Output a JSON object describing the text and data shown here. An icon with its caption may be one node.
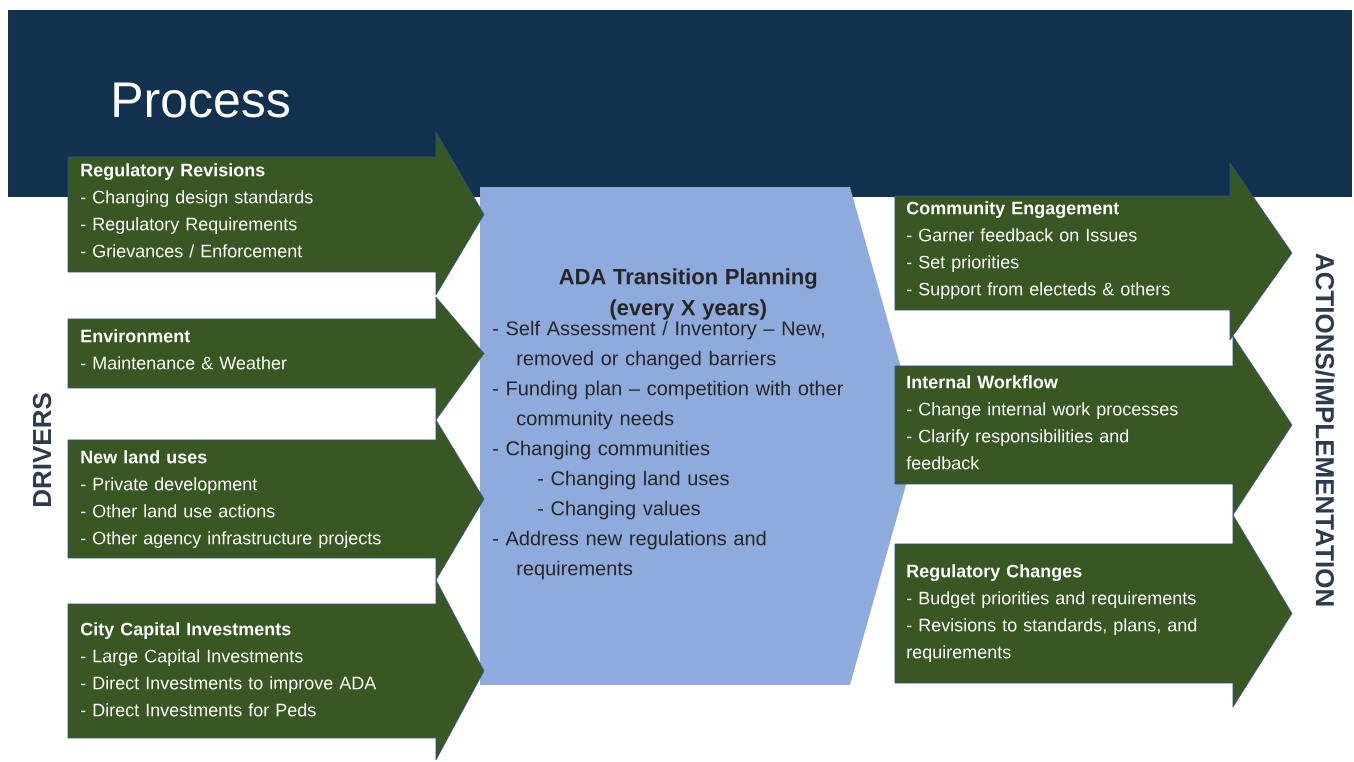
{
  "diagram": {
    "title": "Process",
    "nodes": [
      {
        "text": [
          "Regulatory Revisions",
          "- Changing design standards",
          "- Regulatory Requirements",
          "- Grievances / Enforcement"
        ]
      },
      {
        "text": [
          "Environment",
          "- Maintenance & Weather"
        ]
      },
      {
        "text": [
          "New land uses",
          "- Private development",
          "- Other land use actions",
          "- Other agency infrastructure projects"
        ]
      },
      {
        "text": [
          "City Capital Investments",
          "- Large Capital Investments",
          "- Direct Investments to improve ADA",
          "- Direct Investments for Peds"
        ]
      },
      {
        "text": [
          "ADA Transition Planning (every X years)",
          "- Self Assessment / Inventory – New, removed or changed barriers",
          "- Funding plan – competition with other community needs",
          "- Changing communities",
          "- Changing land uses",
          "- Changing values",
          "- Address new regulations and requirements"
        ]
      },
      {
        "text": [
          "Community Engagement",
          "- Garner feedback on Issues",
          "- Set priorities",
          "- Support from electeds & others"
        ]
      },
      {
        "text": [
          "Internal Workflow",
          "- Change internal work processes",
          "- Clarify responsibilities and feedback"
        ]
      },
      {
        "text": [
          "Regulatory Changes",
          "- Budget priorities and requirements",
          "- Revisions to standards, plans, and requirements"
        ]
      }
    ],
    "labels": [
      "DRIVERS",
      "ACTIONS/IMPLEMENTATION"
    ]
  }
}
